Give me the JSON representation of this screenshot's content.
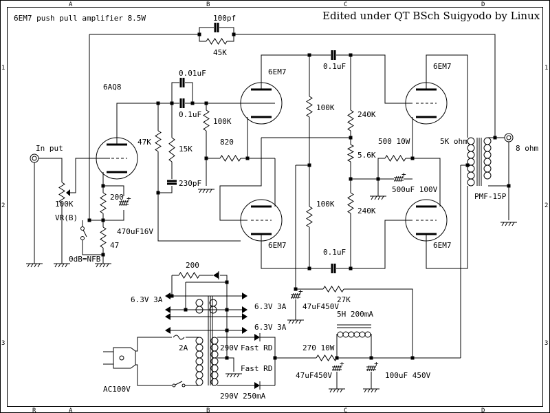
{
  "header": {
    "title": "6EM7 push pull amplifier 8.5W",
    "credit": "Edited under QT BSch Suigyodo by Linux"
  },
  "border": {
    "columns": [
      "A",
      "B",
      "C",
      "D"
    ],
    "rows": [
      "1",
      "2",
      "3"
    ],
    "bottom_extra": "R"
  },
  "input": {
    "jack_label": "In put",
    "volume_value": "100K",
    "volume_type": "VR(B)"
  },
  "tubes": {
    "driver": "6AQ8",
    "phase_upper": "6EM7",
    "phase_lower": "6EM7",
    "power_upper": "6EM7",
    "power_lower": "6EM7"
  },
  "components": {
    "nfb_cap": "100pf",
    "nfb_res": "45K",
    "coupling_small": "0.01uF",
    "coupling_main": "0.1uF",
    "plate_res_47k": "47K",
    "res_15k": "15K",
    "cap_230p": "230pF",
    "grid_res_100k": "100K",
    "res_820": "820",
    "cathode_res_200": "200",
    "cathode_cap": "470uF16V",
    "cathode_res_47": "47",
    "nfb_switch": "0dB=NFB",
    "upper_coupling": "0.1uF",
    "lower_coupling": "0.1uF",
    "plate_res_upper": "100K",
    "plate_res_lower": "100K",
    "grid_res_upper": "240K",
    "grid_res_mid": "5.6K",
    "grid_res_lower": "240K",
    "cathode_res_power": "500 10W",
    "cathode_cap_power": "500uF 100V",
    "ot_primary": "5K ohm",
    "ot_secondary": "8 ohm",
    "ot_model": "PMF-15P",
    "decouple_res": "27K",
    "decouple_cap": "47uF450V",
    "heater_res": "200",
    "heater_1": "6.3V 3A",
    "heater_2": "6.3V 3A",
    "heater_3": "6.3V 3A",
    "fuse": "2A",
    "ht_winding": "290V",
    "diode_upper": "Fast RD",
    "diode_lower": "Fast RD",
    "ht_rating": "290V 250mA",
    "mains": "AC100V",
    "choke": "5H 200mA",
    "filter_res": "270 10W",
    "filter_cap_1": "47uF450V",
    "filter_cap_2": "100uF 450V"
  }
}
